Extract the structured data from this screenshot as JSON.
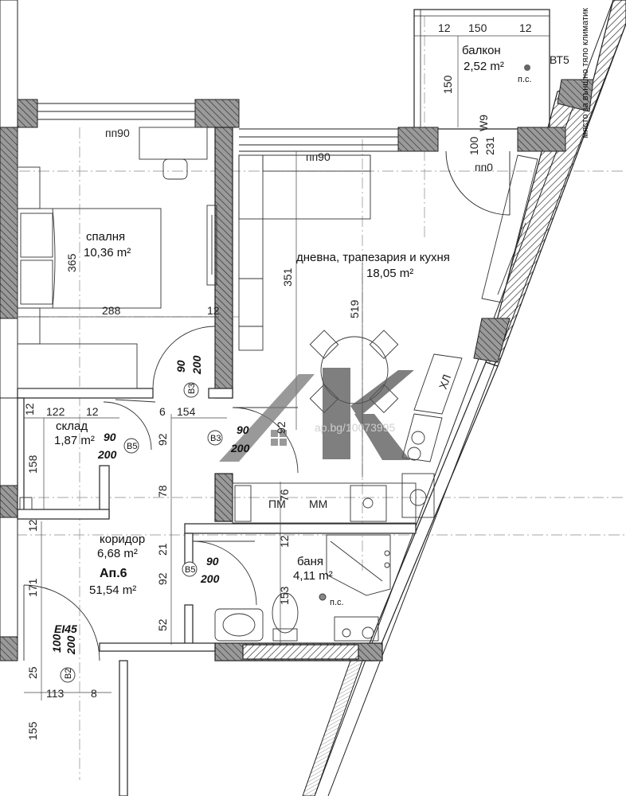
{
  "rooms": {
    "balcony": {
      "name": "балкон",
      "area": "2,52 m²"
    },
    "bedroom": {
      "name": "спалня",
      "area": "10,36 m²"
    },
    "living": {
      "name": "дневна, трапезария и кухня",
      "area": "18,05 m²"
    },
    "storage": {
      "name": "склад",
      "area": "1,87 m²"
    },
    "corridor": {
      "name": "коридор",
      "area": "6,68 m²"
    },
    "bathroom": {
      "name": "баня",
      "area": "4,11 m²"
    }
  },
  "apartment": {
    "name": "Ап.6",
    "area": "51,54 m²"
  },
  "labels": {
    "ps": "п.с.",
    "vt5": "ВТ5",
    "pp90_a": "пп90",
    "pp90_b": "пп90",
    "pp0": "пп0",
    "w9": "W9",
    "pm": "ПМ",
    "mm": "ММ",
    "hl": "ХЛ",
    "ei45": "EI45",
    "side_note": "място за външно тяло климатик"
  },
  "doors": [
    {
      "tag": "B3",
      "w": "90",
      "h": "200"
    },
    {
      "tag": "B3",
      "w": "90",
      "h": "200"
    },
    {
      "tag": "B5",
      "w": "90",
      "h": "200"
    },
    {
      "tag": "B5",
      "w": "90",
      "h": "200"
    },
    {
      "tag": "B2",
      "w": "100",
      "h": "200"
    }
  ],
  "window_w9": {
    "w": "100",
    "h": "231"
  },
  "dimensions": {
    "bal_w": "150",
    "bal_12a": "12",
    "bal_12b": "12",
    "bal_h": "150",
    "bed_h": "365",
    "bed_w": "288",
    "bed_12": "12",
    "liv_h": "351",
    "liv_tot": "519",
    "cor_154": "154",
    "cor_6": "6",
    "cor_92a": "92",
    "cor_92b": "92",
    "cor_78": "78",
    "cor_21": "21",
    "cor_92c": "92",
    "cor_52": "52",
    "st_12a": "12",
    "st_122": "122",
    "st_12b": "12",
    "st_158": "158",
    "l_12": "12",
    "l_171": "171",
    "l_25": "25",
    "l_113": "113",
    "l_8": "8",
    "l_155": "155",
    "k_76": "76",
    "k_12": "12",
    "b_153": "153"
  },
  "watermark": "ap.bg/10073995"
}
